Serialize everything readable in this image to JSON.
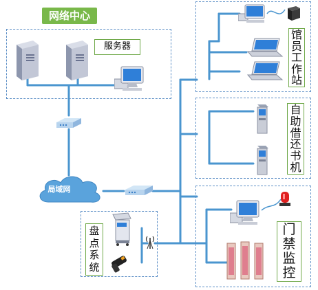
{
  "title": "网络中心",
  "server_label": "服务器",
  "lan_label": "局域网",
  "staff_label": [
    "馆",
    "员",
    "工",
    "作",
    "站"
  ],
  "selfservice_label": [
    "自",
    "助",
    "借",
    "还",
    "书",
    "机"
  ],
  "inventory_label": [
    "盘",
    "点",
    "系",
    "统"
  ],
  "gate_label": [
    "门",
    "禁",
    "监",
    "控"
  ],
  "icons": [
    "server-icon",
    "monitor-icon",
    "router-icon",
    "cloud-icon",
    "laptop-icon",
    "card-reader-icon",
    "kiosk-icon",
    "inventory-cart-icon",
    "handheld-scanner-icon",
    "antenna-icon",
    "security-gate-icon",
    "alarm-light-icon"
  ],
  "colors": {
    "line": "#4a95cf",
    "box_border": "#5b8ec6",
    "badge": "#79b84a",
    "label_border": "#6ea847",
    "cloud": "#5aa3dc"
  }
}
